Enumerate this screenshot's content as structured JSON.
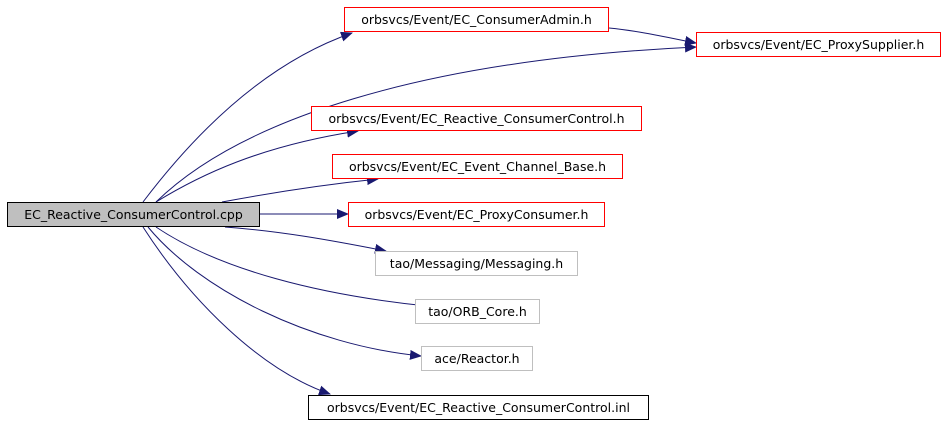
{
  "diagram": {
    "root": {
      "label": "EC_Reactive_ConsumerControl.cpp",
      "fill": "#bfbfbf",
      "border": "#000000"
    },
    "nodes": [
      {
        "key": "consumer_admin",
        "label": "orbsvcs/Event/EC_ConsumerAdmin.h",
        "border": "#ff0000"
      },
      {
        "key": "proxy_supplier",
        "label": "orbsvcs/Event/EC_ProxySupplier.h",
        "border": "#ff0000"
      },
      {
        "key": "reactive_cc_h",
        "label": "orbsvcs/Event/EC_Reactive_ConsumerControl.h",
        "border": "#ff0000"
      },
      {
        "key": "event_channel_base",
        "label": "orbsvcs/Event/EC_Event_Channel_Base.h",
        "border": "#ff0000"
      },
      {
        "key": "proxy_consumer",
        "label": "orbsvcs/Event/EC_ProxyConsumer.h",
        "border": "#ff0000"
      },
      {
        "key": "messaging",
        "label": "tao/Messaging/Messaging.h",
        "border": "#bfbfbf"
      },
      {
        "key": "orb_core",
        "label": "tao/ORB_Core.h",
        "border": "#bfbfbf"
      },
      {
        "key": "reactor",
        "label": "ace/Reactor.h",
        "border": "#bfbfbf"
      },
      {
        "key": "reactive_cc_inl",
        "label": "orbsvcs/Event/EC_Reactive_ConsumerControl.inl",
        "border": "#000000"
      }
    ],
    "edges": [
      {
        "from": "root",
        "to": "consumer_admin"
      },
      {
        "from": "root",
        "to": "proxy_supplier"
      },
      {
        "from": "consumer_admin",
        "to": "proxy_supplier"
      },
      {
        "from": "root",
        "to": "reactive_cc_h"
      },
      {
        "from": "root",
        "to": "event_channel_base"
      },
      {
        "from": "root",
        "to": "proxy_consumer"
      },
      {
        "from": "root",
        "to": "messaging"
      },
      {
        "from": "root",
        "to": "orb_core"
      },
      {
        "from": "root",
        "to": "reactor"
      },
      {
        "from": "root",
        "to": "reactive_cc_inl"
      }
    ],
    "edge_color": "#191970"
  }
}
